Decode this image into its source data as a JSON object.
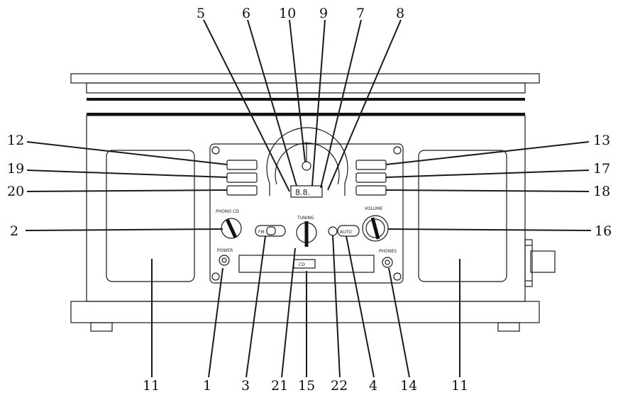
{
  "diagram": {
    "callouts": [
      {
        "id": "5",
        "label": "5"
      },
      {
        "id": "6",
        "label": "6"
      },
      {
        "id": "10",
        "label": "10"
      },
      {
        "id": "9",
        "label": "9"
      },
      {
        "id": "7",
        "label": "7"
      },
      {
        "id": "8",
        "label": "8"
      },
      {
        "id": "12",
        "label": "12"
      },
      {
        "id": "13",
        "label": "13"
      },
      {
        "id": "19",
        "label": "19"
      },
      {
        "id": "17",
        "label": "17"
      },
      {
        "id": "20",
        "label": "20"
      },
      {
        "id": "18",
        "label": "18"
      },
      {
        "id": "2",
        "label": "2"
      },
      {
        "id": "16",
        "label": "16"
      },
      {
        "id": "11a",
        "label": "11"
      },
      {
        "id": "1",
        "label": "1"
      },
      {
        "id": "3",
        "label": "3"
      },
      {
        "id": "21",
        "label": "21"
      },
      {
        "id": "15",
        "label": "15"
      },
      {
        "id": "22",
        "label": "22"
      },
      {
        "id": "4",
        "label": "4"
      },
      {
        "id": "14",
        "label": "14"
      },
      {
        "id": "11b",
        "label": "11"
      }
    ],
    "panel_text": {
      "power": "POWER",
      "volume": "VOLUME",
      "tuning": "TUNING",
      "function": "PHONO CD",
      "band": "FM",
      "auto": "AUTO",
      "phones": "PHONES",
      "display": "8.8.",
      "cd": "CD"
    }
  }
}
